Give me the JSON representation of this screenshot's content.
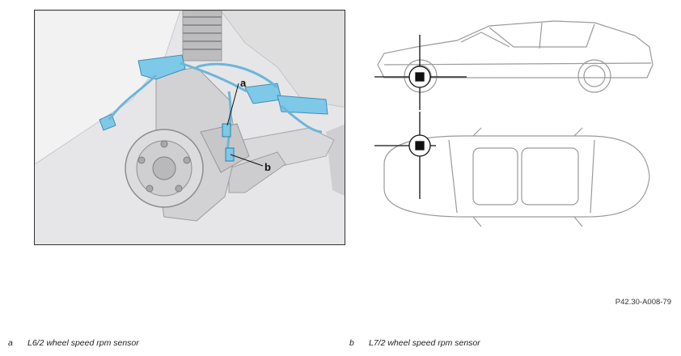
{
  "detail": {
    "callouts": [
      {
        "id": "a",
        "label": "a"
      },
      {
        "id": "b",
        "label": "b"
      }
    ]
  },
  "figure_reference": "P42.30-A008-79",
  "legend": [
    {
      "key": "a",
      "text": "L6/2 wheel speed rpm sensor"
    },
    {
      "key": "b",
      "text": "L7/2 wheel speed rpm sensor"
    }
  ],
  "colors": {
    "highlight_blue": "#7ec8e8",
    "component_grey": "#d4d4d6",
    "frame_border": "#333333"
  }
}
